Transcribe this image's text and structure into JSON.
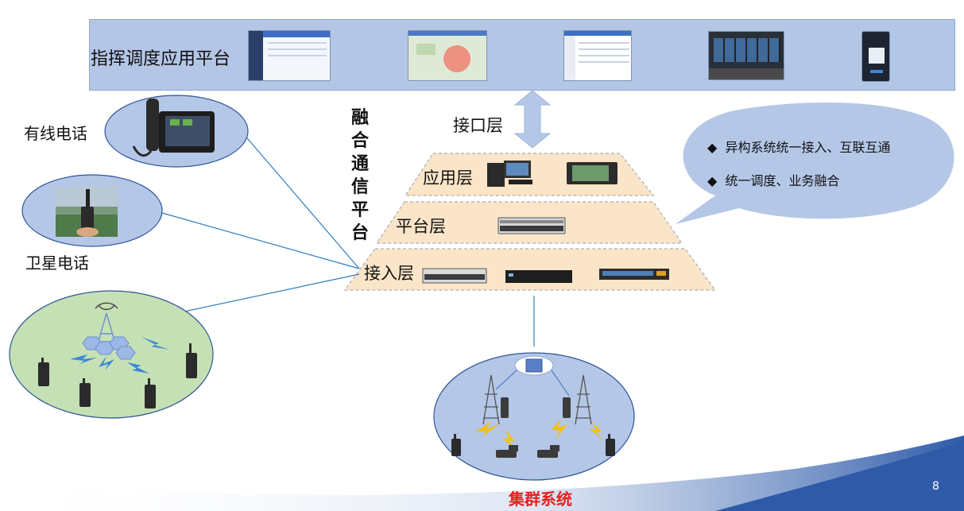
{
  "header": {
    "title": "指挥调度应用平台"
  },
  "platform": {
    "vertical_title": [
      "融",
      "合",
      "通",
      "信",
      "平",
      "台"
    ],
    "interface_layer": "接口层",
    "layers": {
      "app": "应用层",
      "platform": "平台层",
      "access": "接入层"
    }
  },
  "callout": {
    "bullet": "◆",
    "items": [
      "异构系统统一接入、互联互通",
      "统一调度、业务融合"
    ]
  },
  "left": {
    "wired_phone": "有线电话",
    "satellite_phone": "卫星电话"
  },
  "trunk": {
    "title": "集群系统"
  },
  "page": {
    "number": "8"
  },
  "colors": {
    "header_band": "#b3c6e6",
    "layer_fill": "#fbe5c8",
    "ellipse_blue": "#b4c7e7",
    "ellipse_green": "#c5e0b4",
    "trunk_title": "#e8201f",
    "bottom_swoosh": "#2e5aa8"
  }
}
